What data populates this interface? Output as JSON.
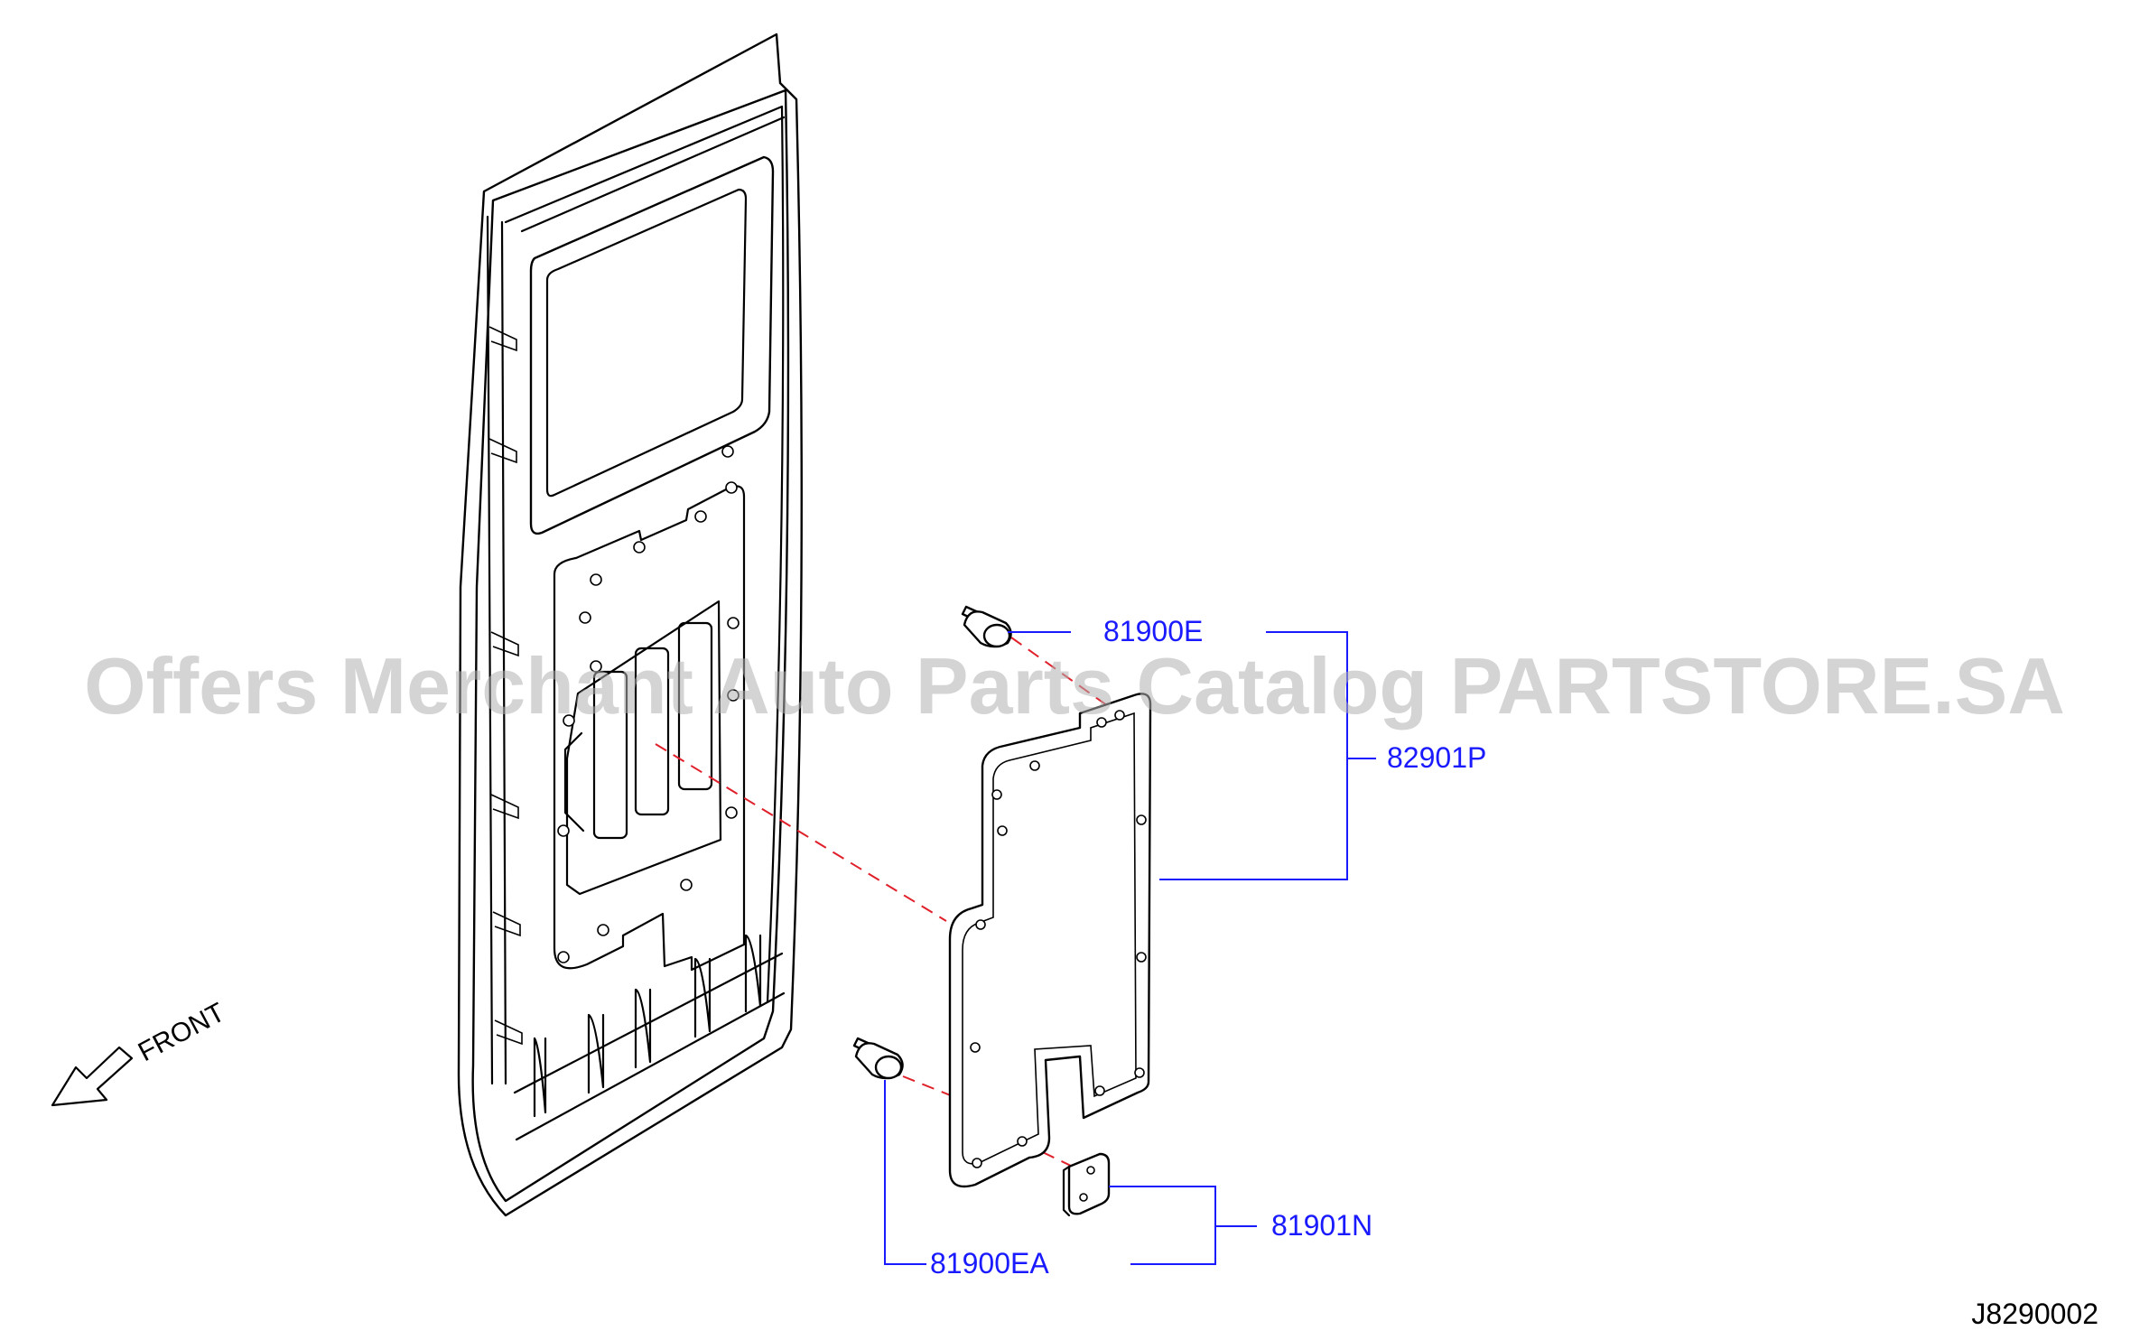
{
  "watermark": "Offers Merchant Auto Parts Catalog PARTSTORE.SA",
  "direction": "FRONT",
  "figure_code": "J8290002",
  "parts": {
    "clip_upper": "81900E",
    "trim_panel": "82901P",
    "bracket": "81901N",
    "clip_lower": "81900EA"
  },
  "colors": {
    "label": "#1a1aff",
    "dashed_guide": "#e0202a",
    "line_art": "#000000"
  }
}
